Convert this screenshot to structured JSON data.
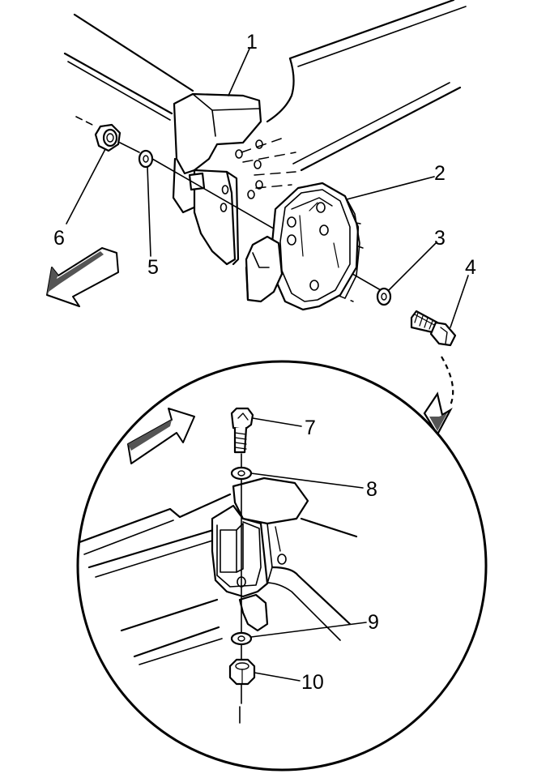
{
  "callouts": {
    "c1": "1",
    "c2": "2",
    "c3": "3",
    "c4": "4",
    "c5": "5",
    "c6": "6",
    "c7": "7",
    "c8": "8",
    "c9": "9",
    "c10": "10"
  },
  "colors": {
    "line": "#000000",
    "fill": "#ffffff",
    "shade": "#555555"
  }
}
